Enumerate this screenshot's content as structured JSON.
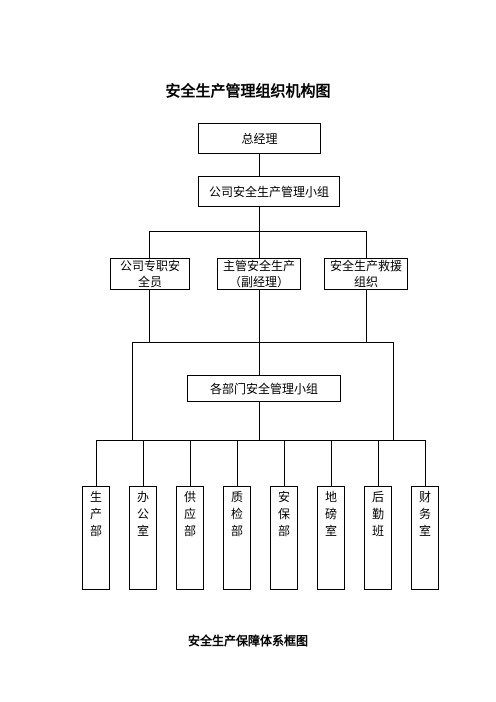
{
  "title": "安全生产管理组织机构图",
  "footer_title": "安全生产保障体系框图",
  "nodes": {
    "general_manager": "总经理",
    "safety_group": "公司安全生产管理小组",
    "safety_officer_1": "公司专职安",
    "safety_officer_2": "全员",
    "deputy_1": "主管安全生产",
    "deputy_2": "（副经理）",
    "rescue_1": "安全生产救援",
    "rescue_2": "组织",
    "dept_group": "各部门安全管理小组"
  },
  "departments": [
    {
      "c1": "生",
      "c2": "产",
      "c3": "部"
    },
    {
      "c1": "办",
      "c2": "公",
      "c3": "室"
    },
    {
      "c1": "供",
      "c2": "应",
      "c3": "部"
    },
    {
      "c1": "质",
      "c2": "检",
      "c3": "部"
    },
    {
      "c1": "安",
      "c2": "保",
      "c3": "部"
    },
    {
      "c1": "地",
      "c2": "磅",
      "c3": "室"
    },
    {
      "c1": "后",
      "c2": "勤",
      "c3": "班"
    },
    {
      "c1": "财",
      "c2": "务",
      "c3": "室"
    }
  ]
}
